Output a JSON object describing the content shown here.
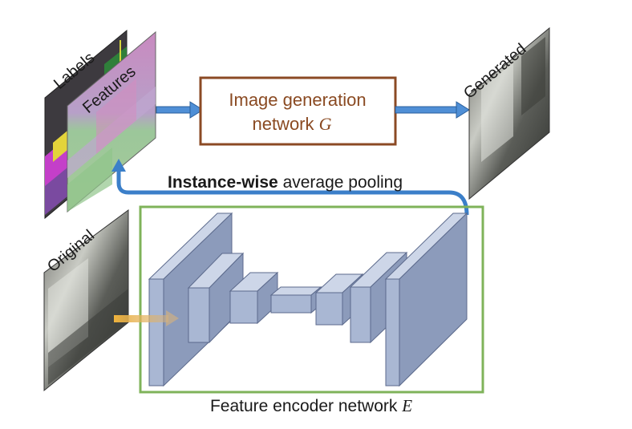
{
  "labels": {
    "labels_tag": "Labels",
    "features_tag": "Features",
    "generated_tag": "Generated",
    "original_tag": "Original",
    "generator_line1": "Image generation",
    "generator_line2": "network ",
    "generator_symbol": "G",
    "pooling_bold": "Instance-wise",
    "pooling_rest": " average pooling",
    "encoder_caption": "Feature encoder network ",
    "encoder_symbol": "E"
  },
  "colors": {
    "generator_border": "#8b4a24",
    "encoder_border": "#7fb35a",
    "arrow_blue": "#3b7fc9",
    "arrow_orange": "#f0b33c",
    "block_face": "#a9b7d3",
    "block_edge": "#5c6a8c"
  }
}
